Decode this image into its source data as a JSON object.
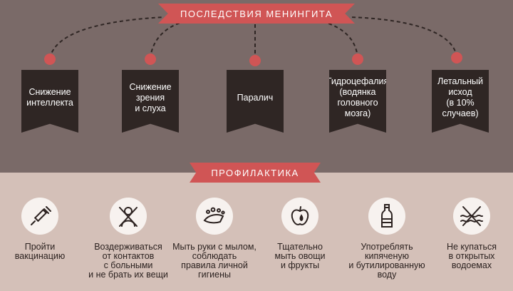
{
  "consequences": {
    "title": "ПОСЛЕДСТВИЯ МЕНИНГИТА",
    "items": [
      {
        "label": "Снижение\nинтеллекта"
      },
      {
        "label": "Снижение\nзрения\nи слуха"
      },
      {
        "label": "Паралич"
      },
      {
        "label": "Гидроцефалия\n(водянка\nголовного\nмозга)"
      },
      {
        "label": "Летальный\nисход\n(в 10%\nслучаев)"
      }
    ]
  },
  "prevention": {
    "title": "ПРОФИЛАКТИКА",
    "items": [
      {
        "label": "Пройти\nвакцинацию",
        "icon": "syringe-icon"
      },
      {
        "label": "Воздерживаться\nот контактов\nс больными\nи не брать их вещи",
        "icon": "no-contact-icon"
      },
      {
        "label": "Мыть руки с мылом,\nсоблюдать\nправила личной\nгигиены",
        "icon": "hand-washing-icon"
      },
      {
        "label": "Тщательно\nмыть овощи\nи фрукты",
        "icon": "apple-drop-icon"
      },
      {
        "label": "Употреблять\nкипяченую\nи бутилированную\nводу",
        "icon": "bottle-icon"
      },
      {
        "label": "Не купаться\nв открытых\nводоемах",
        "icon": "no-swimming-icon"
      }
    ]
  },
  "colors": {
    "accent": "#d05555",
    "top_bg": "#7a6a68",
    "bottom_bg": "#d4c0b8",
    "banner": "#2f2624"
  }
}
